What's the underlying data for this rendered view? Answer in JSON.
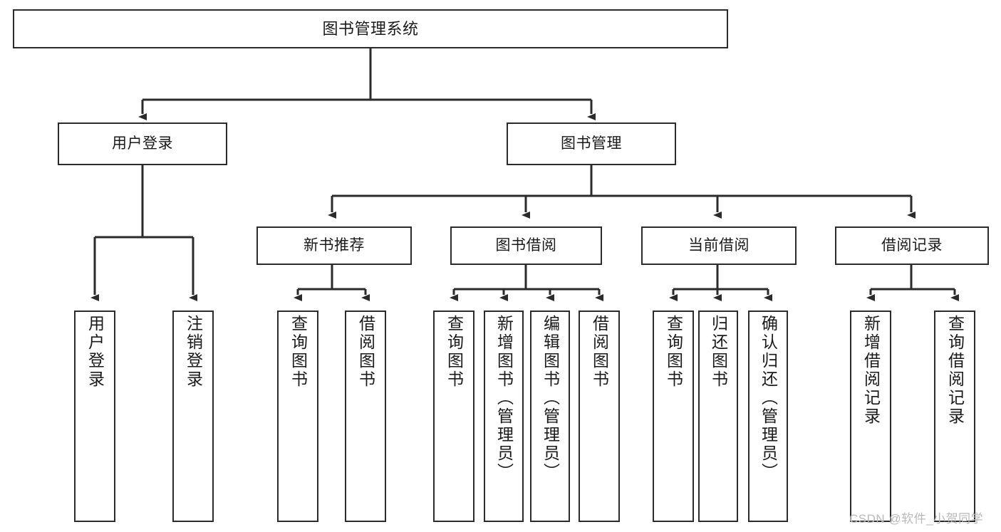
{
  "diagram": {
    "type": "tree-hierarchy",
    "title": "图书管理系统",
    "watermark": "CSDN @软件_小贺同学",
    "colors": {
      "stroke": "#2b2b2b",
      "fill": "#ffffff",
      "text": "#1a1a1a",
      "watermark": "#b9b9b9"
    },
    "nodes": {
      "root": {
        "label": "图书管理系统"
      },
      "level1": [
        {
          "id": "user-login",
          "label": "用户登录"
        },
        {
          "id": "book-manage",
          "label": "图书管理"
        }
      ],
      "level2": [
        {
          "id": "new-book-recommend",
          "label": "新书推荐"
        },
        {
          "id": "book-borrow",
          "label": "图书借阅"
        },
        {
          "id": "current-borrow",
          "label": "当前借阅"
        },
        {
          "id": "borrow-record",
          "label": "借阅记录"
        }
      ],
      "leaves": {
        "user-login": [
          {
            "id": "leaf-user-login",
            "label": "用户登录"
          },
          {
            "id": "leaf-logout-login",
            "label": "注销登录"
          }
        ],
        "new-book-recommend": [
          {
            "id": "leaf-query-book-1",
            "label": "查询图书"
          },
          {
            "id": "leaf-borrow-book-1",
            "label": "借阅图书"
          }
        ],
        "book-borrow": [
          {
            "id": "leaf-query-book-2",
            "label": "查询图书"
          },
          {
            "id": "leaf-add-book",
            "label": "新增图书（管理员）"
          },
          {
            "id": "leaf-edit-book",
            "label": "编辑图书（管理员）"
          },
          {
            "id": "leaf-borrow-book-2",
            "label": "借阅图书"
          }
        ],
        "current-borrow": [
          {
            "id": "leaf-query-book-3",
            "label": "查询图书"
          },
          {
            "id": "leaf-return-book",
            "label": "归还图书"
          },
          {
            "id": "leaf-confirm-return",
            "label": "确认归还（管理员）"
          }
        ],
        "borrow-record": [
          {
            "id": "leaf-add-record",
            "label": "新增借阅记录"
          },
          {
            "id": "leaf-query-record",
            "label": "查询借阅记录"
          }
        ]
      }
    }
  }
}
